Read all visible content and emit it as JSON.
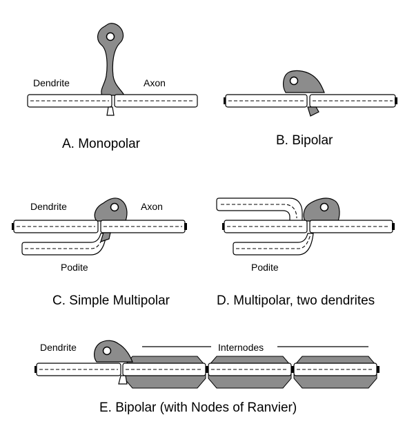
{
  "panels": {
    "a": {
      "caption": "A.  Monopolar",
      "left_label": "Dendrite",
      "right_label": "Axon"
    },
    "b": {
      "caption": "B.  Bipolar"
    },
    "c": {
      "caption": "C. Simple Multipolar",
      "left_label": "Dendrite",
      "right_label": "Axon",
      "bottom_label": "Podite"
    },
    "d": {
      "caption": "D.  Multipolar, two dendrites",
      "bottom_label": "Podite"
    },
    "e": {
      "caption": "E. Bipolar (with Nodes of Ranvier)",
      "left_label": "Dendrite",
      "internode_label": "Internodes"
    }
  },
  "colors": {
    "soma": "#8c8c8c",
    "outline": "#000000",
    "background": "#ffffff"
  }
}
